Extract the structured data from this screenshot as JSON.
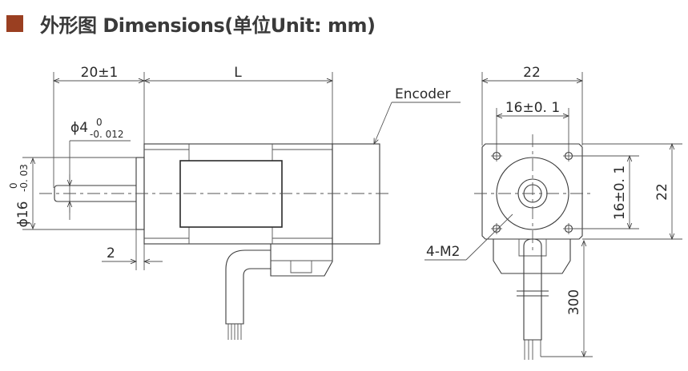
{
  "header": {
    "title": "外形图 Dimensions(单位Unit: mm)",
    "accent_color": "#9a3f21"
  },
  "side_view": {
    "shaft_length": "20±1",
    "body_length": "L",
    "encoder_label": "Encoder",
    "shaft_diameter": "ϕ4",
    "shaft_tol_upper": "0",
    "shaft_tol_lower": "-0. 012",
    "pilot_diameter": "ϕ16",
    "pilot_tol_upper": "0",
    "pilot_tol_lower": "-0. 03",
    "flange_thickness": "2"
  },
  "front_view": {
    "width": "22",
    "height": "22",
    "hole_spacing_h": "16±0. 1",
    "hole_spacing_v": "16±0. 1",
    "holes": "4-M2",
    "cable_length": "300"
  }
}
